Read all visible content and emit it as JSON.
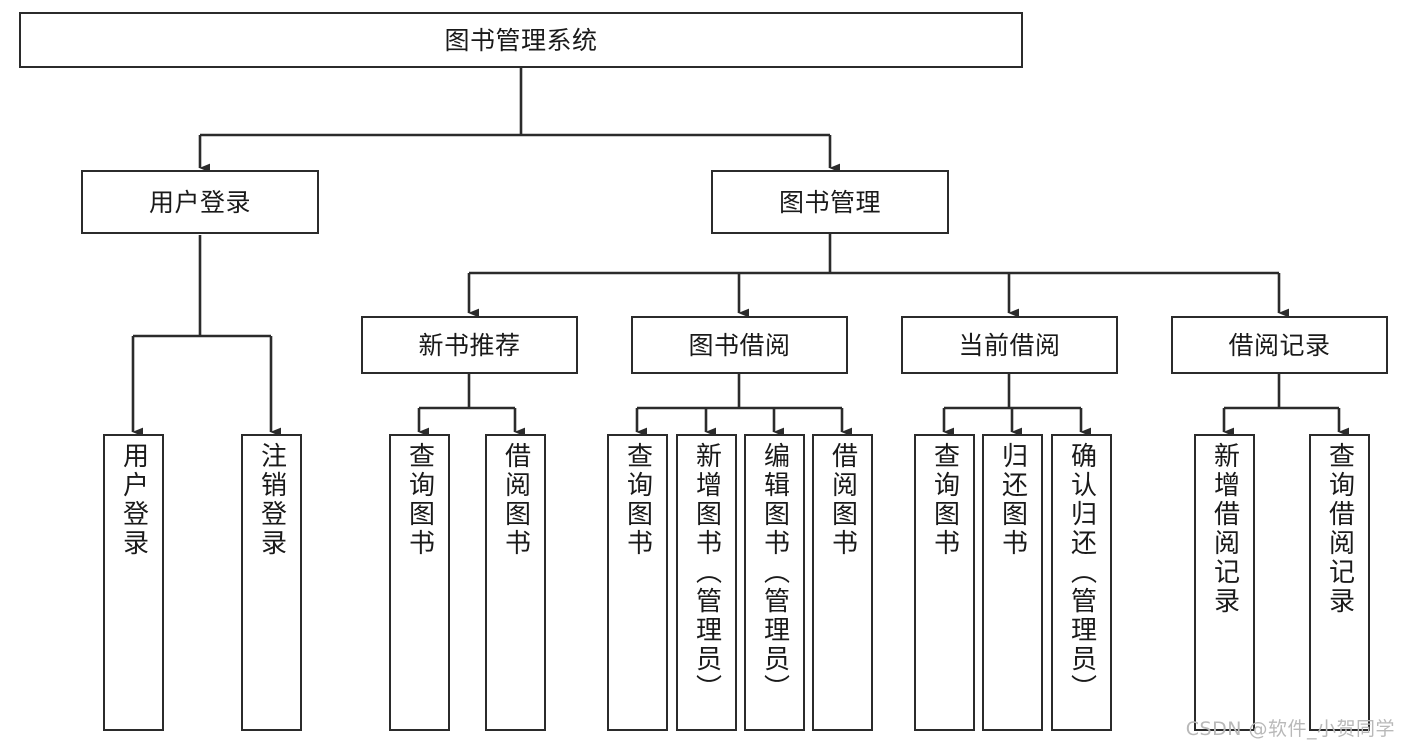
{
  "diagram": {
    "title": "图书管理系统",
    "type": "功能结构图",
    "stroke_color": "#2b2b2b",
    "fill_color": "#ffffff",
    "text_color": "#1a1a1a",
    "nodes": {
      "root": {
        "label": "图书管理系统"
      },
      "level1": [
        {
          "id": "user-login",
          "label": "用户登录"
        },
        {
          "id": "book-manage",
          "label": "图书管理"
        }
      ],
      "level2": [
        {
          "id": "new-book-recommend",
          "label": "新书推荐"
        },
        {
          "id": "book-borrow",
          "label": "图书借阅"
        },
        {
          "id": "current-borrow",
          "label": "当前借阅"
        },
        {
          "id": "borrow-record",
          "label": "借阅记录"
        }
      ],
      "leaves": {
        "user-login": [
          {
            "id": "leaf-user-login",
            "label": "用户登录"
          },
          {
            "id": "leaf-logout",
            "label": "注销登录"
          }
        ],
        "new-book-recommend": [
          {
            "id": "leaf-query-book-1",
            "label": "查询图书"
          },
          {
            "id": "leaf-borrow-book-1",
            "label": "借阅图书"
          }
        ],
        "book-borrow": [
          {
            "id": "leaf-query-book-2",
            "label": "查询图书"
          },
          {
            "id": "leaf-add-book",
            "label": "新增图书（管理员）"
          },
          {
            "id": "leaf-edit-book",
            "label": "编辑图书（管理员）"
          },
          {
            "id": "leaf-borrow-book-2",
            "label": "借阅图书"
          }
        ],
        "current-borrow": [
          {
            "id": "leaf-query-book-3",
            "label": "查询图书"
          },
          {
            "id": "leaf-return-book",
            "label": "归还图书"
          },
          {
            "id": "leaf-confirm-return",
            "label": "确认归还（管理员）"
          }
        ],
        "borrow-record": [
          {
            "id": "leaf-add-record",
            "label": "新增借阅记录"
          },
          {
            "id": "leaf-query-record",
            "label": "查询借阅记录"
          }
        ]
      }
    },
    "watermark": "CSDN @软件_小贺同学"
  }
}
